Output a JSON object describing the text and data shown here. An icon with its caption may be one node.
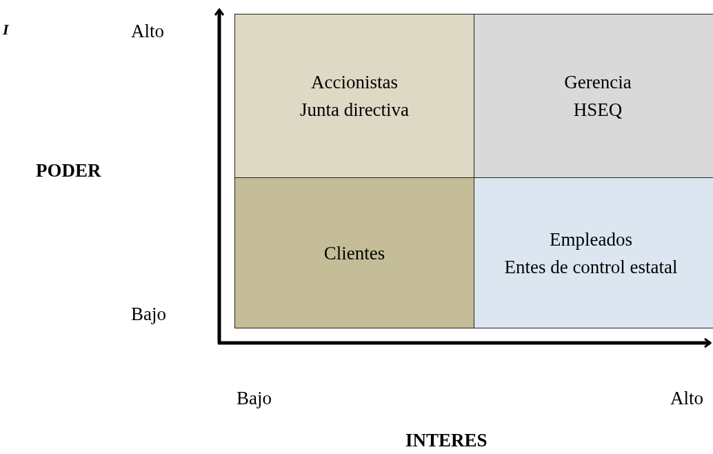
{
  "diagram": {
    "nodes": [
      {
        "text": [
          "Accionistas",
          "Junta directiva"
        ]
      },
      {
        "text": [
          "Gerencia",
          "HSEQ"
        ]
      },
      {
        "text": [
          "Clientes"
        ]
      },
      {
        "text": [
          "Empleados",
          "Entes de control estatal"
        ]
      }
    ],
    "labels": [
      "I",
      "Alto",
      "PODER",
      "Bajo",
      "Bajo",
      "Alto",
      "INTERES"
    ]
  }
}
